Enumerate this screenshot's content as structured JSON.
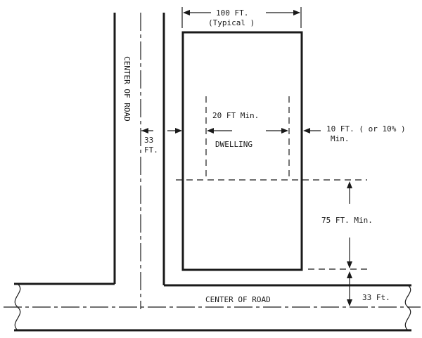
{
  "labels": {
    "lot_width": "100 FT.",
    "lot_width_note": "(Typical )",
    "center_road_vertical": "CENTER OF ROAD",
    "road_setback_33_line1": "33",
    "road_setback_33_line2": "FT.",
    "side_min_20": "20 FT Min.",
    "dwelling": "DWELLING",
    "side_min_10_line1": "10 FT. ( or 10% )",
    "side_min_10_line2": "Min.",
    "rear_min_75": "75 FT. Min.",
    "center_road_horizontal": "CENTER OF ROAD",
    "front_setback_33": "33 Ft."
  }
}
